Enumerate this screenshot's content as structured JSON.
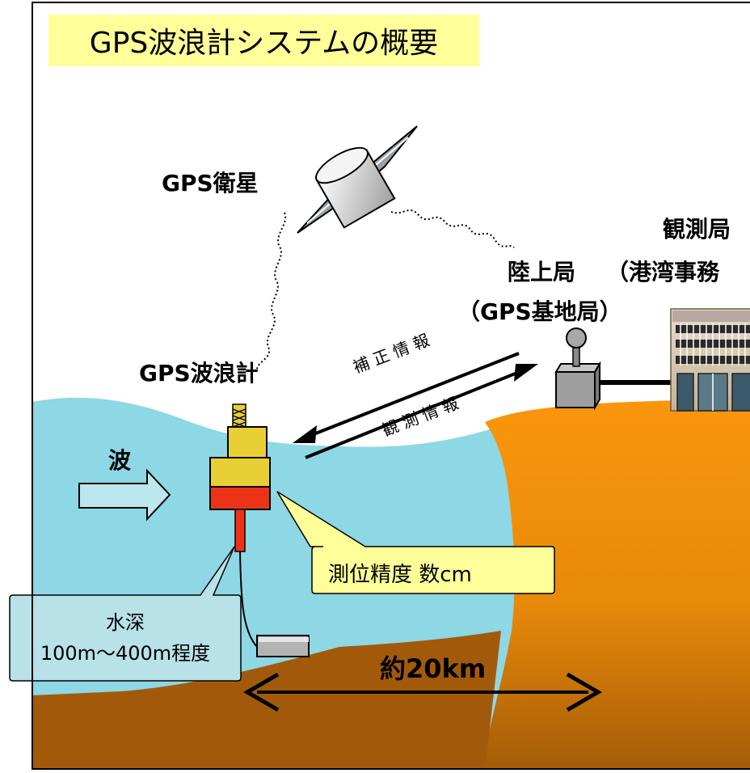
{
  "title": "GPS波浪計システムの概要",
  "labels": {
    "satellite": "GPS衛星",
    "buoy": "GPS波浪計",
    "wave": "波",
    "land_station": "陸上局",
    "land_station_sub": "（GPS基地局）",
    "observatory": "観測局",
    "observatory_sub": "（港湾事務",
    "correction_info": "補 正 情 報",
    "observation_info": "観 測 情 報",
    "accuracy": "測位精度  数cm",
    "depth_title": "水深",
    "depth_range": "100m～400m程度",
    "distance": "約20km"
  },
  "colors": {
    "sea": "#8ed7e4",
    "land_top": "#f9910e",
    "land_bottom": "#a65c06",
    "seabed": "#a25a0a",
    "buoy_yellow": "#e8cf35",
    "buoy_red": "#ec3317",
    "callout_yellow": "#ffff99",
    "callout_blue": "#b8e1e8",
    "title_background": "#ffff99"
  }
}
